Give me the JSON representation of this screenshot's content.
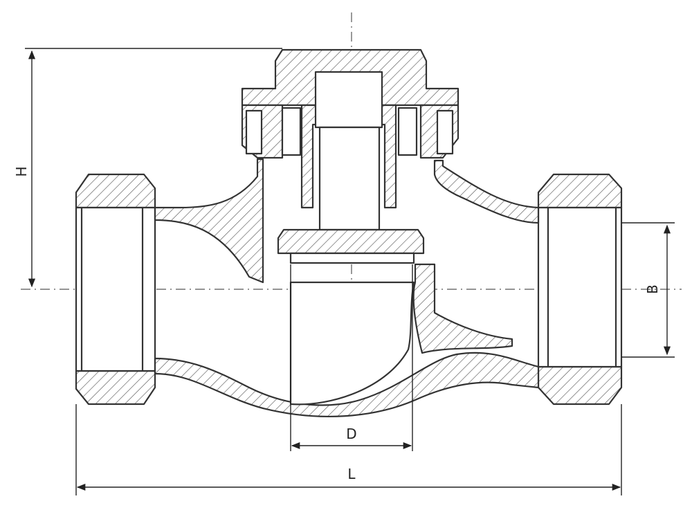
{
  "dimensions": {
    "height_label": "H",
    "length_label": "L",
    "bore_label": "D",
    "thread_label": "B"
  },
  "colors": {
    "line": "#333333",
    "hatch": "#5a5a5a",
    "centerline": "#555555",
    "background": "#ffffff"
  }
}
